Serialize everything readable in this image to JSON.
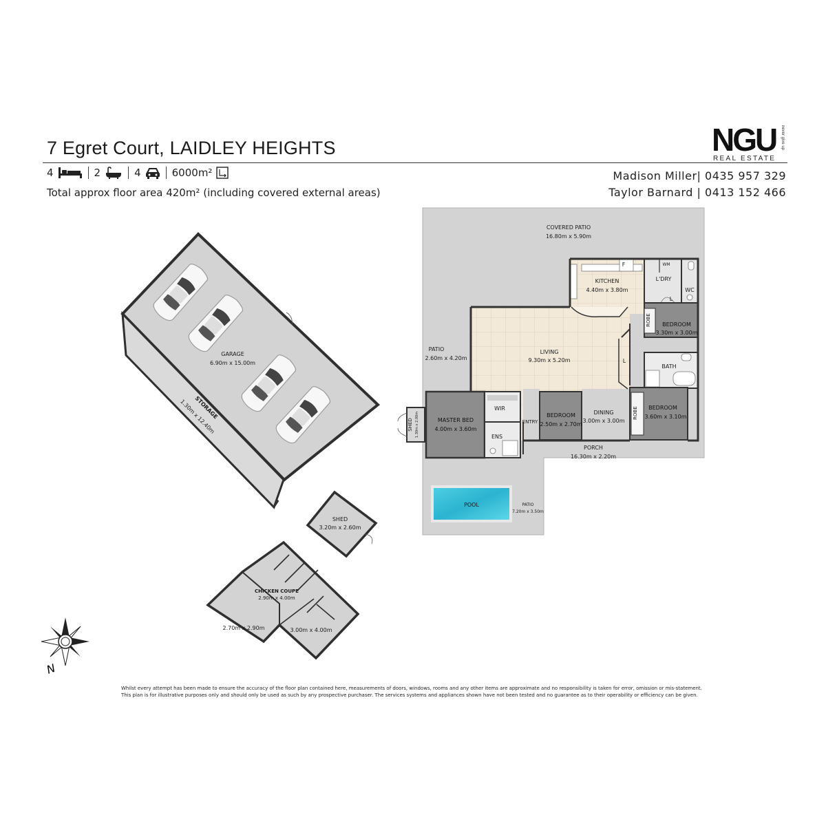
{
  "header": {
    "address": "7 Egret Court, LAIDLEY HEIGHTS",
    "beds": "4",
    "baths": "2",
    "cars": "4",
    "land": "6000m²",
    "floor_area": "Total approx floor area 420m² (including covered external areas)"
  },
  "agents": [
    "Madison Miller| 0435 957 329",
    "Taylor Barnard | 0413 152 466"
  ],
  "logo": {
    "main": "NGU",
    "sub": "REAL ESTATE",
    "side": "never give up"
  },
  "rooms": {
    "covered_patio": {
      "name": "COVERED PATIO",
      "dims": "16.80m x 5.90m"
    },
    "kitchen": {
      "name": "KITCHEN",
      "dims": "4.40m x 3.80m"
    },
    "laundry": {
      "name": "L'DRY"
    },
    "wm": "WM",
    "wc": "WC",
    "l1": "L",
    "l2": "L",
    "fridge": "F",
    "robe1": "ROBE",
    "robe2": "ROBE",
    "bed_ne": {
      "name": "BEDROOM",
      "dims": "3.30m x 3.00m"
    },
    "bath": {
      "name": "BATH"
    },
    "living": {
      "name": "LIVING",
      "dims": "9.30m x 5.20m"
    },
    "patio_w": {
      "name": "PATIO",
      "dims": "2.60m x 4.20m"
    },
    "master": {
      "name": "MASTER BED",
      "dims": "4.00m x 3.60m"
    },
    "wir": "WIR",
    "ens": "ENS",
    "entry": "ENTRY",
    "bed_mid": {
      "name": "BEDROOM",
      "dims": "2.50m x 2.70m"
    },
    "dining": {
      "name": "DINING",
      "dims": "3.00m x 3.00m"
    },
    "bed_se": {
      "name": "BEDROOM",
      "dims": "3.60m x 3.10m"
    },
    "porch": {
      "name": "PORCH",
      "dims": "16.30m x 2.20m"
    },
    "shed_small": {
      "name": "SHED",
      "dims": "1.30m x 2.00m"
    },
    "pool": "POOL",
    "patio_s": {
      "name": "PATIO",
      "dims": "7.20m x 3.50m"
    },
    "garage": {
      "name": "GARAGE",
      "dims": "6.90m x 15.00m"
    },
    "storage": {
      "name": "STORAGE",
      "dims": "1.30m x 12.40m"
    },
    "shed": {
      "name": "SHED",
      "dims": "3.20m x 2.60m"
    },
    "chicken": {
      "name": "CHICKEN COUPE",
      "dims": "2.90m x 4.00m"
    },
    "pen_left": {
      "dims": "2.70m x 2.90m"
    },
    "pen_right": {
      "dims": "3.00m x 4.00m"
    }
  },
  "compass": {
    "north": "N"
  },
  "disclaimer": [
    "Whilst every attempt has been made to ensure the accuracy of the floor plan contained here, measurements of doors, windows, rooms and any other items are approximate and no responsibility is taken for error, omission or mis-statement.",
    "This plan is for illustrative purposes only and should only be used as such by any prospective purchaser. The services systems and appliances shown have not been tested and no guarantee as to their operability or efficiency can be given."
  ]
}
